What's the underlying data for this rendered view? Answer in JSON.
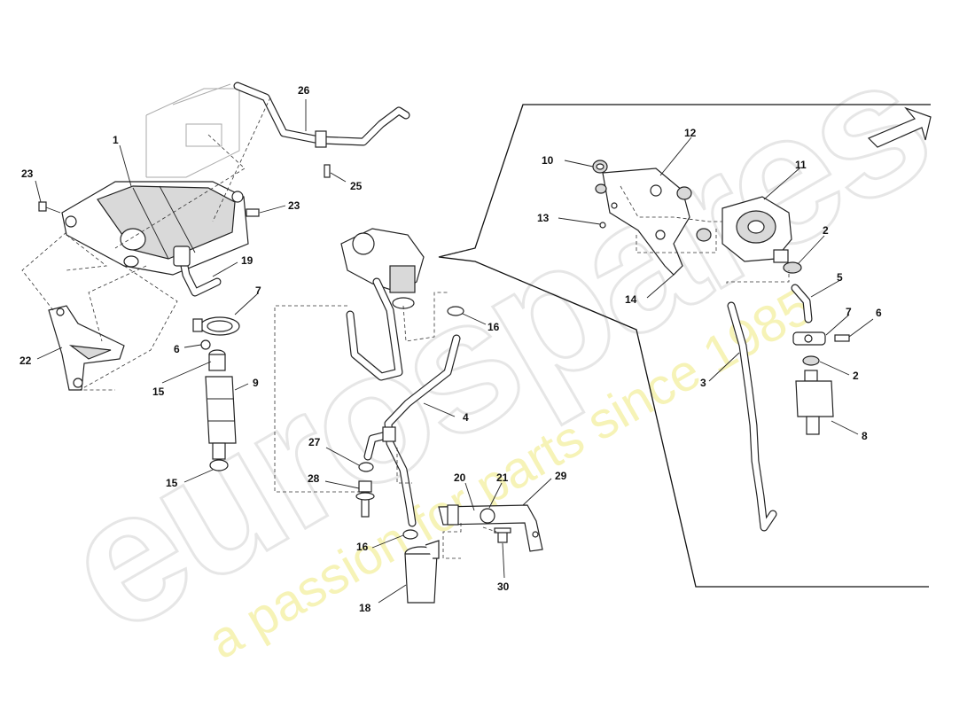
{
  "watermark": {
    "brand": "eurospares",
    "tagline": "a passion for parts since 1985"
  },
  "callouts": [
    {
      "id": "c1",
      "text": "1"
    },
    {
      "id": "c2a",
      "text": "2"
    },
    {
      "id": "c2b",
      "text": "2"
    },
    {
      "id": "c3",
      "text": "3"
    },
    {
      "id": "c4",
      "text": "4"
    },
    {
      "id": "c5",
      "text": "5"
    },
    {
      "id": "c6a",
      "text": "6"
    },
    {
      "id": "c6b",
      "text": "6"
    },
    {
      "id": "c7a",
      "text": "7"
    },
    {
      "id": "c7b",
      "text": "7"
    },
    {
      "id": "c8",
      "text": "8"
    },
    {
      "id": "c9",
      "text": "9"
    },
    {
      "id": "c10",
      "text": "10"
    },
    {
      "id": "c11",
      "text": "11"
    },
    {
      "id": "c12",
      "text": "12"
    },
    {
      "id": "c13",
      "text": "13"
    },
    {
      "id": "c14",
      "text": "14"
    },
    {
      "id": "c15a",
      "text": "15"
    },
    {
      "id": "c15b",
      "text": "15"
    },
    {
      "id": "c16a",
      "text": "16"
    },
    {
      "id": "c16b",
      "text": "16"
    },
    {
      "id": "c18",
      "text": "18"
    },
    {
      "id": "c19",
      "text": "19"
    },
    {
      "id": "c20",
      "text": "20"
    },
    {
      "id": "c21",
      "text": "21"
    },
    {
      "id": "c22",
      "text": "22"
    },
    {
      "id": "c23a",
      "text": "23"
    },
    {
      "id": "c23b",
      "text": "23"
    },
    {
      "id": "c25",
      "text": "25"
    },
    {
      "id": "c26",
      "text": "26"
    },
    {
      "id": "c27",
      "text": "27"
    },
    {
      "id": "c28",
      "text": "28"
    },
    {
      "id": "c29",
      "text": "29"
    },
    {
      "id": "c30",
      "text": "30"
    }
  ]
}
